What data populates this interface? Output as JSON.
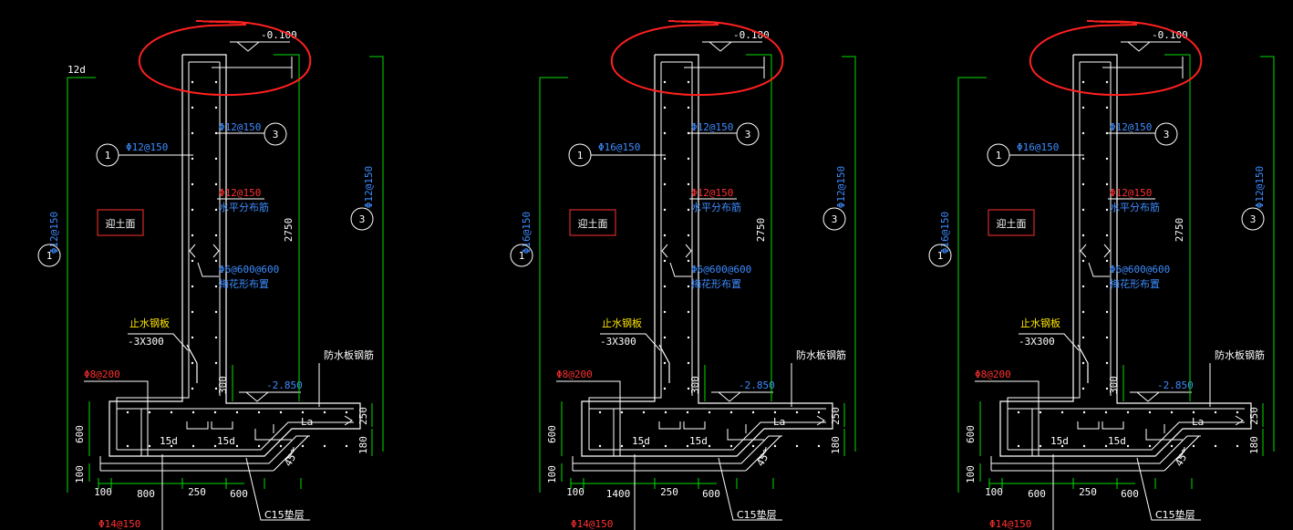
{
  "colors": {
    "background": "#000000",
    "concrete": "#ffffff",
    "rebar": "#ffffff",
    "dimension": "#00dd00",
    "label_blue": "#3d8cff",
    "label_red": "#ff3030",
    "label_yellow": "#ffe600",
    "label_white": "#ffffff",
    "markup": "#ff2020"
  },
  "drawings": [
    {
      "top_elev": "-0.100",
      "rebar1": "Φ12@150",
      "rebar3": "Φ12@150",
      "vert1": "Φ12@150",
      "vert3": "Φ12@150",
      "horiz": "Φ12@150",
      "horiz_note": "水平分布筋",
      "tie": "Φ6@600@600",
      "tie_note": "梅花形布置",
      "waterstop_label": "止水钢板",
      "waterstop_size": "-3X300",
      "earth_face": "迎土面",
      "bottom_bar": "Φ8@200",
      "base_elev": "-2.850",
      "waterproof": "防水板钢筋",
      "anchor": "La",
      "hook_l": "15d",
      "hook_r": "15d",
      "top_dim": "12d",
      "h_wall": "2750",
      "h_300": "300",
      "h_600": "600",
      "h_100": "100",
      "h_250": "250",
      "h_180": "180",
      "dim_a": "100",
      "dim_b": "800",
      "dim_c": "250",
      "dim_d": "600",
      "angle": "45°",
      "cushion": "C15垫层",
      "bottom_rebar": "Φ14@150",
      "tag1": "1",
      "tag3": "3"
    },
    {
      "top_elev": "-0.180",
      "rebar1": "Φ16@150",
      "rebar3": "Φ12@150",
      "vert1": "Φ16@150",
      "vert3": "Φ12@150",
      "horiz": "Φ12@150",
      "horiz_note": "水平分布筋",
      "tie": "Φ6@600@600",
      "tie_note": "梅花形布置",
      "waterstop_label": "止水钢板",
      "waterstop_size": "-3X300",
      "earth_face": "迎土面",
      "bottom_bar": "Φ8@200",
      "base_elev": "-2.850",
      "waterproof": "防水板钢筋",
      "anchor": "La",
      "hook_l": "15d",
      "hook_r": "15d",
      "top_dim": "",
      "h_wall": "2750",
      "h_300": "300",
      "h_600": "600",
      "h_100": "100",
      "h_250": "250",
      "h_180": "180",
      "dim_a": "100",
      "dim_b": "1400",
      "dim_c": "250",
      "dim_d": "600",
      "angle": "45°",
      "cushion": "C15垫层",
      "bottom_rebar": "Φ14@150",
      "tag1": "1",
      "tag3": "3"
    },
    {
      "top_elev": "-0.100",
      "rebar1": "Φ16@150",
      "rebar3": "Φ12@150",
      "vert1": "Φ16@150",
      "vert3": "Φ12@150",
      "horiz": "Φ12@150",
      "horiz_note": "水平分布筋",
      "tie": "Φ6@600@600",
      "tie_note": "梅花形布置",
      "waterstop_label": "止水钢板",
      "waterstop_size": "-3X300",
      "earth_face": "迎土面",
      "bottom_bar": "Φ8@200",
      "base_elev": "-2.850",
      "waterproof": "防水板钢筋",
      "anchor": "La",
      "hook_l": "15d",
      "hook_r": "15d",
      "top_dim": "",
      "h_wall": "2750",
      "h_300": "300",
      "h_600": "600",
      "h_100": "100",
      "h_250": "250",
      "h_180": "180",
      "dim_a": "100",
      "dim_b": "600",
      "dim_c": "250",
      "dim_d": "600",
      "angle": "45°",
      "cushion": "C15垫层",
      "bottom_rebar": "Φ14@150",
      "tag1": "1",
      "tag3": "3"
    }
  ]
}
